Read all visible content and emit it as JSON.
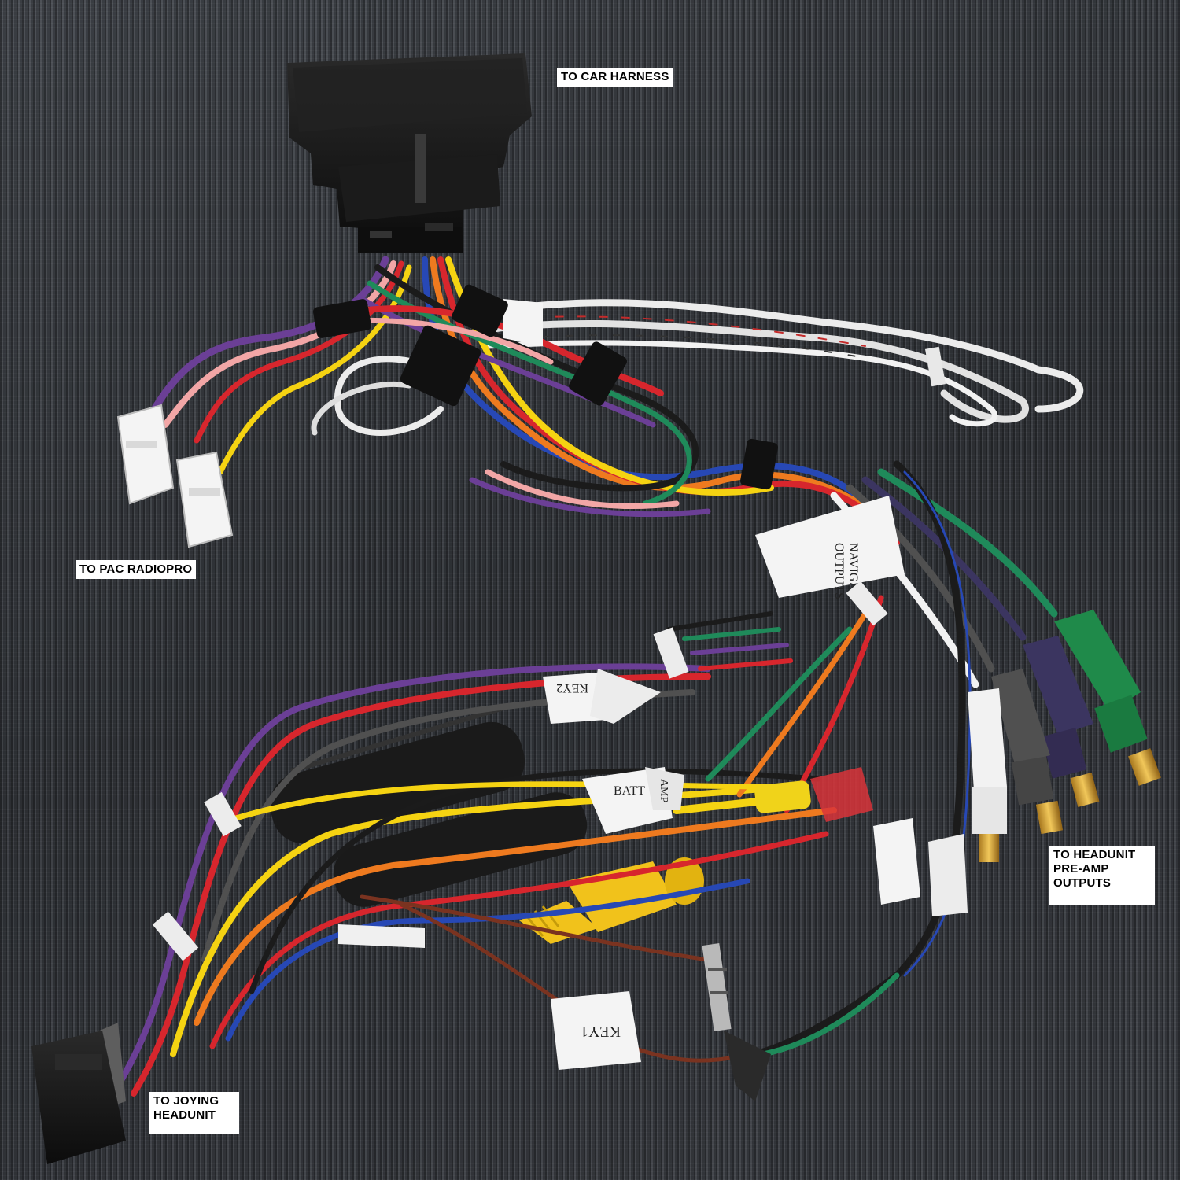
{
  "callouts": {
    "car_harness": "TO CAR HARNESS",
    "pac_radiopro": "TO PAC RADIOPRO",
    "headunit_preamp": "TO HEADUNIT\nPRE-AMP\nOUTPUTS",
    "joying_headunit": "TO JOYING\nHEADUNIT"
  },
  "wire_tags": {
    "key1": "KEY1",
    "key2": "KEY2",
    "batt": "BATT",
    "amp": "AMP",
    "navigation": "NAVIGATI\nOUTPUTS"
  },
  "colors": {
    "background": "#3a3d42",
    "connector": "#151515",
    "rca_green": "#1f8a4a",
    "rca_purple": "#3b3560",
    "rca_gray": "#505050",
    "rca_white": "#f2f2f2",
    "rca_yellow": "#f1c21b",
    "wire_red": "#d7262d",
    "wire_yellow": "#f5d312",
    "wire_orange": "#ee7a1f",
    "wire_purple": "#6b3f96",
    "wire_blue": "#2748b5",
    "wire_green": "#1f8a5a",
    "wire_white": "#ececec",
    "wire_pink": "#f2a6a6",
    "wire_brown": "#7a3320",
    "wire_gray": "#8e8e8e"
  }
}
